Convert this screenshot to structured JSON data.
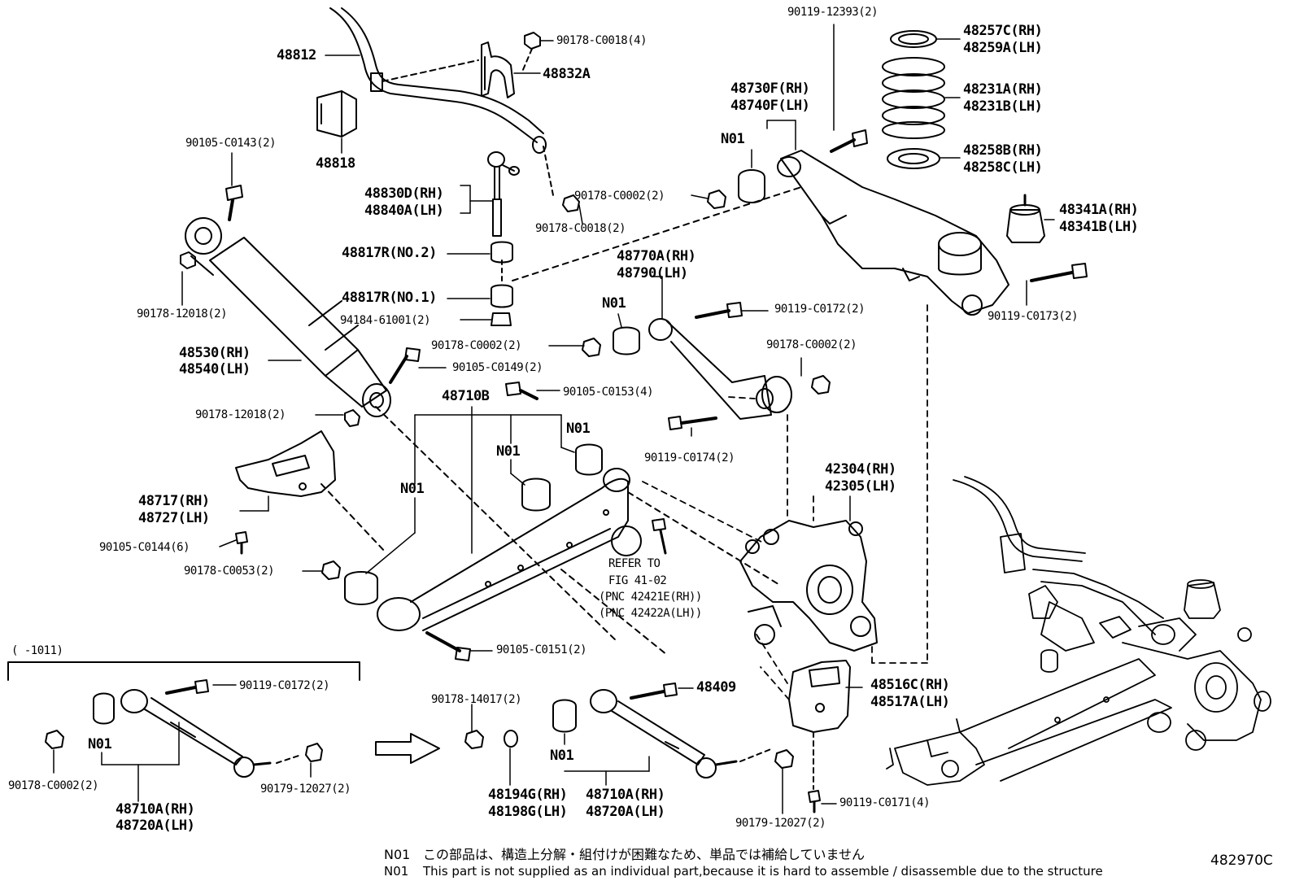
{
  "diagram_id": "482970C",
  "inset_range": "(     -1011)",
  "notes": {
    "code": "N01",
    "jp": "この部品は、構造上分解・組付けが困難なため、単品では補給していません",
    "en": "This part is not supplied as an individual part,because it is hard to assemble / disassemble due to the structure"
  },
  "refer": {
    "line1": "REFER TO",
    "line2": "FIG 41-02",
    "line3": "(PNC 42421E(RH))",
    "line4": "(PNC 42422A(LH))"
  },
  "labels": {
    "p48812": "48812",
    "p48818": "48818",
    "p48832a": "48832A",
    "p90178_c0018_4": "90178-C0018(4)",
    "p90105_c0143": "90105-C0143(2)",
    "p48830d": "48830D(RH)",
    "p48840a": "48840A(LH)",
    "p90178_c0002_a": "90178-C0002(2)",
    "p90178_c0018_2": "90178-C0018(2)",
    "p48817r_no2": "48817R(NO.2)",
    "p48817r_no1": "48817R(NO.1)",
    "p94184": "94184-61001(2)",
    "p90178_12018_a": "90178-12018(2)",
    "p48530": "48530(RH)",
    "p48540": "48540(LH)",
    "p90178_c0002_b": "90178-C0002(2)",
    "p90105_c0149": "90105-C0149(2)",
    "p90178_12018_b": "90178-12018(2)",
    "p48710b": "48710B",
    "p90105_c0153": "90105-C0153(4)",
    "p48717": "48717(RH)",
    "p48727": "48727(LH)",
    "p90105_c0144": "90105-C0144(6)",
    "p90178_c0053": "90178-C0053(2)",
    "p90105_c0151": "90105-C0151(2)",
    "p90119_12393": "90119-12393(2)",
    "p48257c": "48257C(RH)",
    "p48259a": "48259A(LH)",
    "p48730f": "48730F(RH)",
    "p48740f": "48740F(LH)",
    "p48231a": "48231A(RH)",
    "p48231b": "48231B(LH)",
    "p48258b": "48258B(RH)",
    "p48258c": "48258C(LH)",
    "p48341a": "48341A(RH)",
    "p48341b": "48341B(LH)",
    "p90119_c0173": "90119-C0173(2)",
    "p48770a": "48770A(RH)",
    "p48790": "48790(LH)",
    "p90119_c0172_a": "90119-C0172(2)",
    "p90178_c0002_c": "90178-C0002(2)",
    "p90119_c0174": "90119-C0174(2)",
    "p42304": "42304(RH)",
    "p42305": "42305(LH)",
    "p90119_c0172_b": "90119-C0172(2)",
    "p90178_c0002_d": "90178-C0002(2)",
    "p90179_12027_a": "90179-12027(2)",
    "p48710a_a": "48710A(RH)",
    "p48720a_a": "48720A(LH)",
    "p90178_14017": "90178-14017(2)",
    "p48409": "48409",
    "p48194g": "48194G(RH)",
    "p48198g": "48198G(LH)",
    "p48710a_b": "48710A(RH)",
    "p48720a_b": "48720A(LH)",
    "p48516c": "48516C(RH)",
    "p48517a": "48517A(LH)",
    "p90179_12027_b": "90179-12027(2)",
    "p90119_c0171": "90119-C0171(4)",
    "n01": "N01"
  }
}
